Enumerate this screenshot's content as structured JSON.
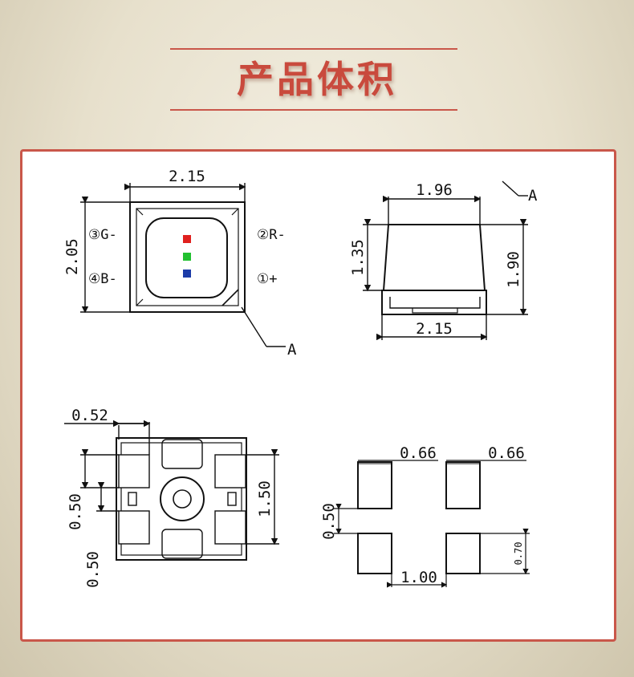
{
  "header": {
    "title": "产品体积",
    "rule_color": "#c9574a"
  },
  "top_view": {
    "width_label": "2.15",
    "height_label": "2.05",
    "pin3": "③G-",
    "pin4": "④B-",
    "pin2": "②R-",
    "pin1": "①+",
    "marker": "A",
    "chip_colors": [
      "#e0201e",
      "#22c030",
      "#1c3ca8"
    ]
  },
  "side_view": {
    "top_width": "1.96",
    "body_height": "1.35",
    "total_height": "1.90",
    "bottom_width": "2.15",
    "marker": "A"
  },
  "bottom_view": {
    "pad_width": "0.52",
    "pad_pitch_a": "0.50",
    "pad_pitch_b": "0.50",
    "span": "1.50"
  },
  "footprint": {
    "pad_left": "0.66",
    "pad_right": "0.66",
    "pad_height": "0.50",
    "gap": "1.00",
    "pad_small": "0.70"
  }
}
